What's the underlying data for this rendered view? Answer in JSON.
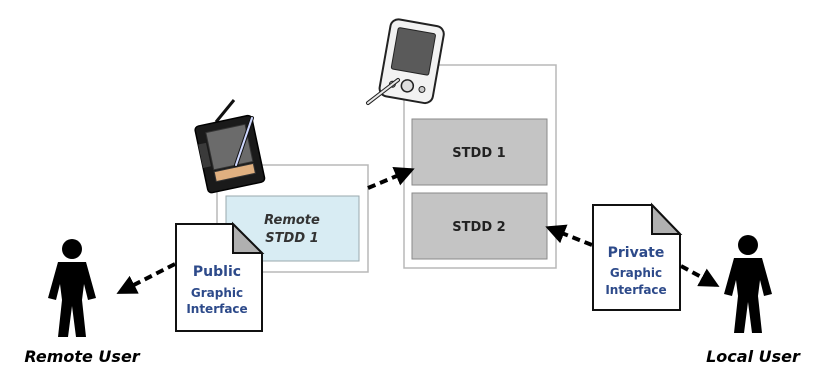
{
  "remote_device": {
    "label_line1": "Remote",
    "label_line2": "STDD 1"
  },
  "local_device": {
    "stdd1_label": "STDD 1",
    "stdd2_label": "STDD 2"
  },
  "public_interface": {
    "title": "Public",
    "line2": "Graphic",
    "line3": "Interface"
  },
  "private_interface": {
    "title": "Private",
    "line2": "Graphic",
    "line3": "Interface"
  },
  "users": {
    "remote": "Remote User",
    "local": "Local User"
  },
  "colors": {
    "remote_stdd_fill": "#d8ecf3",
    "stdd_fill": "#c4c4c4",
    "interface_title": "#2d4a8a",
    "arrow": "#000000"
  }
}
